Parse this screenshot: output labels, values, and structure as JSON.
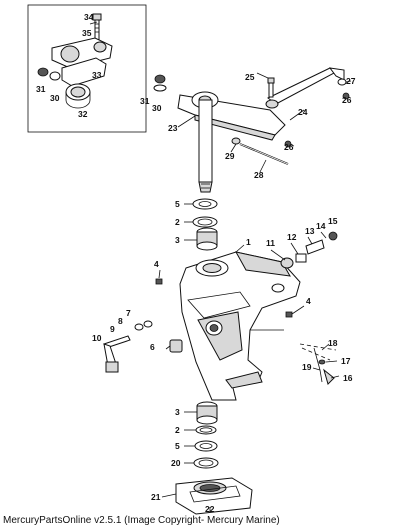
{
  "footer": {
    "text": "MercuryPartsOnline v2.5.1 (Image Copyright- Mercury Marine)"
  },
  "callouts": {
    "n1": "1",
    "n2": "2",
    "n2b": "2",
    "n3": "3",
    "n3b": "3",
    "n4": "4",
    "n4b": "4",
    "n5": "5",
    "n5b": "5",
    "n6": "6",
    "n7": "7",
    "n8": "8",
    "n9": "9",
    "n10": "10",
    "n11": "11",
    "n12": "12",
    "n13": "13",
    "n14": "14",
    "n15": "15",
    "n16": "16",
    "n17": "17",
    "n18": "18",
    "n19": "19",
    "n20": "20",
    "n21": "21",
    "n22": "22",
    "n23": "23",
    "n24": "24",
    "n25": "25",
    "n26": "26",
    "n26b": "26",
    "n27": "27",
    "n28": "28",
    "n29": "29",
    "n30": "30",
    "n30b": "30",
    "n31": "31",
    "n31b": "31",
    "n32": "32",
    "n33": "33",
    "n34": "34",
    "n35": "35"
  }
}
